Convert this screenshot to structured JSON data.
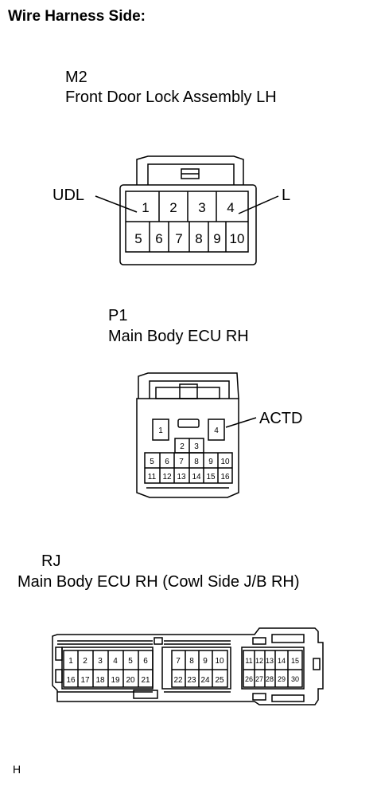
{
  "header": "Wire Harness Side:",
  "footer": "H",
  "connectors": [
    {
      "code": "M2",
      "name": "Front Door Lock Assembly LH",
      "top_pins": [
        "1",
        "2",
        "3",
        "4"
      ],
      "bottom_pins": [
        "5",
        "6",
        "7",
        "8",
        "9",
        "10"
      ],
      "callouts": [
        "UDL",
        "L"
      ]
    },
    {
      "code": "P1",
      "name": "Main Body ECU RH",
      "side_pins": [
        "1",
        "4"
      ],
      "middle_pins": [
        "2",
        "3"
      ],
      "row_a": [
        "5",
        "6",
        "7",
        "8",
        "9",
        "10"
      ],
      "row_b": [
        "11",
        "12",
        "13",
        "14",
        "15",
        "16"
      ],
      "callouts": [
        "ACTD"
      ]
    },
    {
      "code": "RJ",
      "name": "Main Body ECU RH (Cowl Side J/B RH)",
      "block1_top": [
        "1",
        "2",
        "3",
        "4",
        "5",
        "6"
      ],
      "block1_bottom": [
        "16",
        "17",
        "18",
        "19",
        "20",
        "21"
      ],
      "block2_top": [
        "7",
        "8",
        "9",
        "10"
      ],
      "block2_bottom": [
        "22",
        "23",
        "24",
        "25"
      ],
      "block3_top": [
        "11",
        "12",
        "13",
        "14",
        "15"
      ],
      "block3_bottom": [
        "26",
        "27",
        "28",
        "29",
        "30"
      ]
    }
  ]
}
